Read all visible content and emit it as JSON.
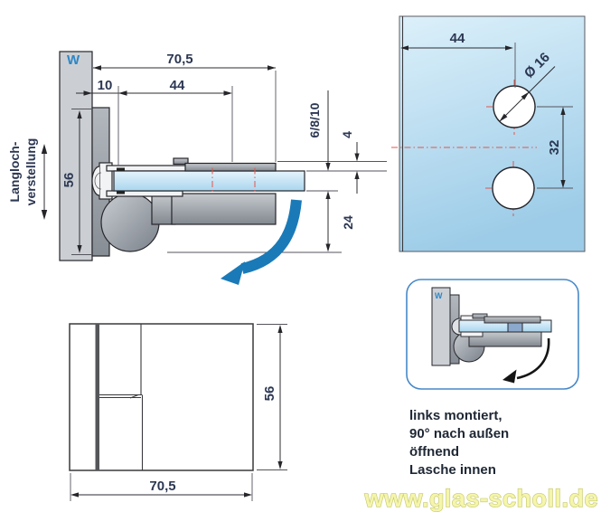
{
  "side_view": {
    "wall_label": "W",
    "slot_label_line1": "Langloch-",
    "slot_label_line2": "verstellung",
    "dim_total_depth": "70,5",
    "dim_backset": "10",
    "dim_clamp_length": "44",
    "dim_plate_height": "56",
    "dim_glass_thickness": "6/8/10",
    "dim_top_gap": "4",
    "dim_bottom_depth": "24"
  },
  "drill_template": {
    "dim_edge_to_hole": "44",
    "dim_hole_diameter": "Ø 16",
    "dim_hole_spacing": "32"
  },
  "front_view": {
    "dim_height": "56",
    "dim_width": "70,5"
  },
  "info_panel": {
    "wall_label": "W",
    "lines": [
      "links montiert,",
      "90° nach außen",
      "öffnend",
      "Lasche innen"
    ]
  },
  "watermark": "www.glas-scholl.de",
  "colors": {
    "accent_blue": "#1a7ab8",
    "wall_label_blue": "#2e86c5",
    "dimension_text": "#2c3752",
    "centerline_red": "#e0564e",
    "watermark_fill": "#f5f5ab",
    "watermark_outline": "#c3c66a",
    "info_border_blue": "#4788c8"
  }
}
